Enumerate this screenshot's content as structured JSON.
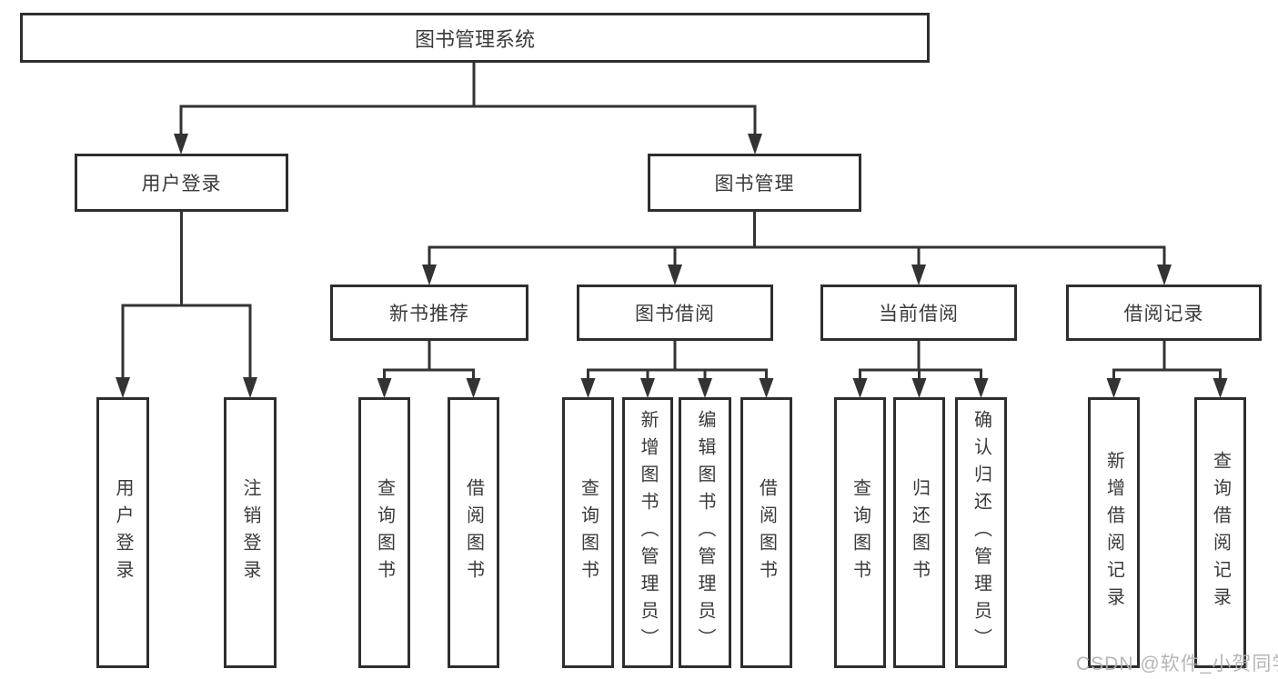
{
  "diagram": {
    "root": {
      "label": "图书管理系统"
    },
    "level2": [
      {
        "label": "用户登录"
      },
      {
        "label": "图书管理"
      }
    ],
    "level3": [
      {
        "label": "新书推荐"
      },
      {
        "label": "图书借阅"
      },
      {
        "label": "当前借阅"
      },
      {
        "label": "借阅记录"
      }
    ],
    "leaves": {
      "user_login": [
        "用户登录",
        "注销登录"
      ],
      "new_book": [
        "查询图书",
        "借阅图书"
      ],
      "book_borrow": [
        "查询图书",
        "新增图书（管理员）",
        "编辑图书（管理员）",
        "借阅图书"
      ],
      "current_borrow": [
        "查询图书",
        "归还图书",
        "确认归还（管理员）"
      ],
      "borrow_records": [
        "新增借阅记录",
        "查询借阅记录"
      ]
    }
  },
  "colors": {
    "line": "#333333",
    "box_border": "#2e2e2e",
    "text": "#3a3a3a",
    "watermark": "#b0b0b0"
  },
  "watermark": {
    "text": "CSDN @软件_小贺同学"
  }
}
